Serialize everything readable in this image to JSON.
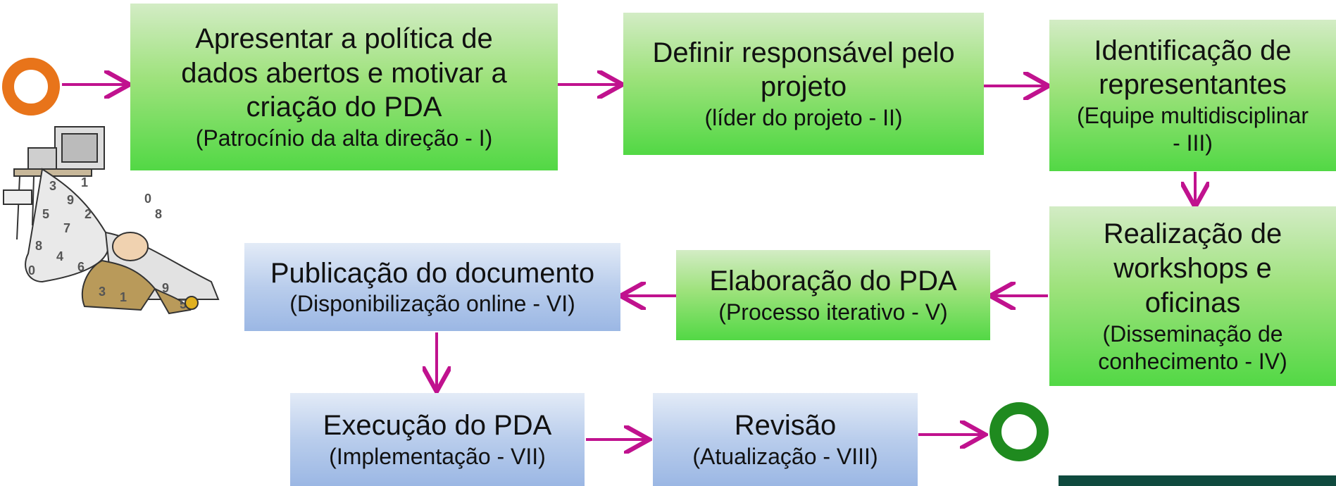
{
  "steps": [
    {
      "id": "I",
      "title": "Apresentar a política de dados abertos e motivar a criação do PDA",
      "subtitle": "(Patrocínio da alta direção - I)",
      "color": "#6ddc4f"
    },
    {
      "id": "II",
      "title": "Definir responsável pelo projeto",
      "subtitle": "(líder do projeto - II)",
      "color": "#6ddc4f"
    },
    {
      "id": "III",
      "title": "Identificação de representantes",
      "subtitle": "(Equipe multidisciplinar - III)",
      "color": "#6ddc4f"
    },
    {
      "id": "IV",
      "title": "Realização de workshops e oficinas",
      "subtitle": "(Disseminação de conhecimento - IV)",
      "color": "#6ddc4f"
    },
    {
      "id": "V",
      "title": "Elaboração do PDA",
      "subtitle": "(Processo iterativo - V)",
      "color": "#6ddc4f"
    },
    {
      "id": "VI",
      "title": "Publicação do documento",
      "subtitle": "(Disponibilização online - VI)",
      "color": "#a9c2e8"
    },
    {
      "id": "VII",
      "title": "Execução do PDA",
      "subtitle": "(Implementação - VII)",
      "color": "#a9c2e8"
    },
    {
      "id": "VIII",
      "title": "Revisão",
      "subtitle": "(Atualização - VIII)",
      "color": "#a9c2e8"
    }
  ],
  "colors": {
    "arrow": "#c0128e",
    "start": "#e8741a",
    "end": "#1f8a1f",
    "corner": "#0f4a3e"
  },
  "icons": [
    "start-circle-icon",
    "end-circle-icon",
    "cartoon-man-overwhelmed-by-data-icon"
  ]
}
